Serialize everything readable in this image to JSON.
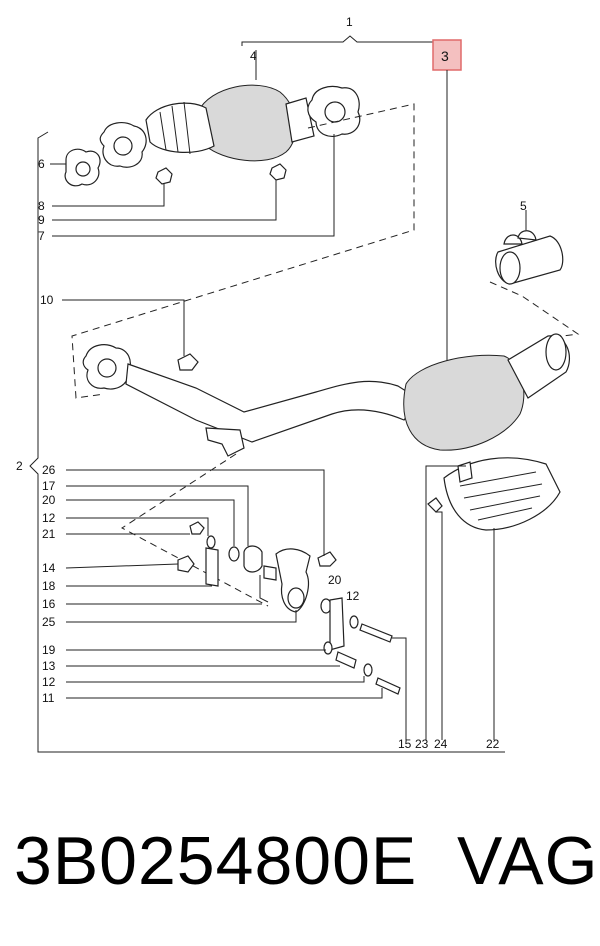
{
  "diagram": {
    "callouts": {
      "c1": "1",
      "c2": "2",
      "c3": "3",
      "c4": "4",
      "c5": "5",
      "c6": "6",
      "c8": "8",
      "c9": "9",
      "c7": "7",
      "c10": "10",
      "c26": "26",
      "c17": "17",
      "c20a": "20",
      "c12a": "12",
      "c21": "21",
      "c14": "14",
      "c18": "18",
      "c16": "16",
      "c25": "25",
      "c19": "19",
      "c13": "13",
      "c12b": "12",
      "c11": "11",
      "c20b": "20",
      "c12c": "12",
      "b15": "15",
      "b23": "23",
      "b24": "24",
      "b22": "22"
    },
    "highlight_color": "#f4c0c0"
  },
  "caption": {
    "part_number": "3B0254800E",
    "brand": "VAG"
  }
}
